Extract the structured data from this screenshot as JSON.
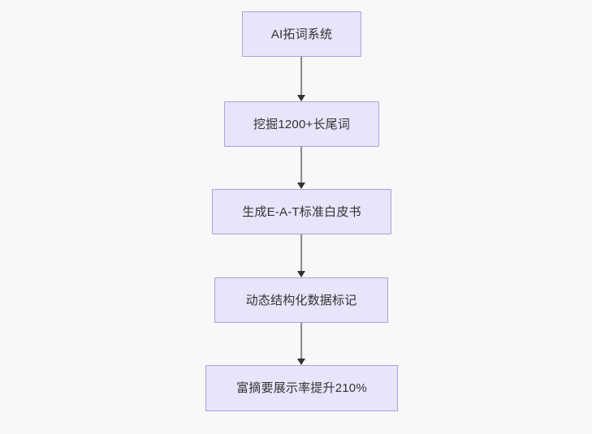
{
  "diagram": {
    "title": "AI content pipeline flowchart",
    "orientation": "top-to-bottom",
    "background_color": "#f8f8f9",
    "node_fill_color": "#e8e4fa",
    "node_border_color": "#b39ddb",
    "node_text_color": "#333333",
    "edge_line_color": "#888888",
    "edge_arrow_color": "#333333",
    "nodes": [
      {
        "id": "n1",
        "label": "AI拓词系统"
      },
      {
        "id": "n2",
        "label": "挖掘1200+长尾词"
      },
      {
        "id": "n3",
        "label": "生成E-A-T标准白皮书"
      },
      {
        "id": "n4",
        "label": "动态结构化数据标记"
      },
      {
        "id": "n5",
        "label": "富摘要展示率提升210%"
      }
    ],
    "edges": [
      {
        "id": "e1",
        "from": "n1",
        "to": "n2",
        "label": ""
      },
      {
        "id": "e2",
        "from": "n2",
        "to": "n3",
        "label": ""
      },
      {
        "id": "e3",
        "from": "n3",
        "to": "n4",
        "label": ""
      },
      {
        "id": "e4",
        "from": "n4",
        "to": "n5",
        "label": ""
      }
    ]
  }
}
